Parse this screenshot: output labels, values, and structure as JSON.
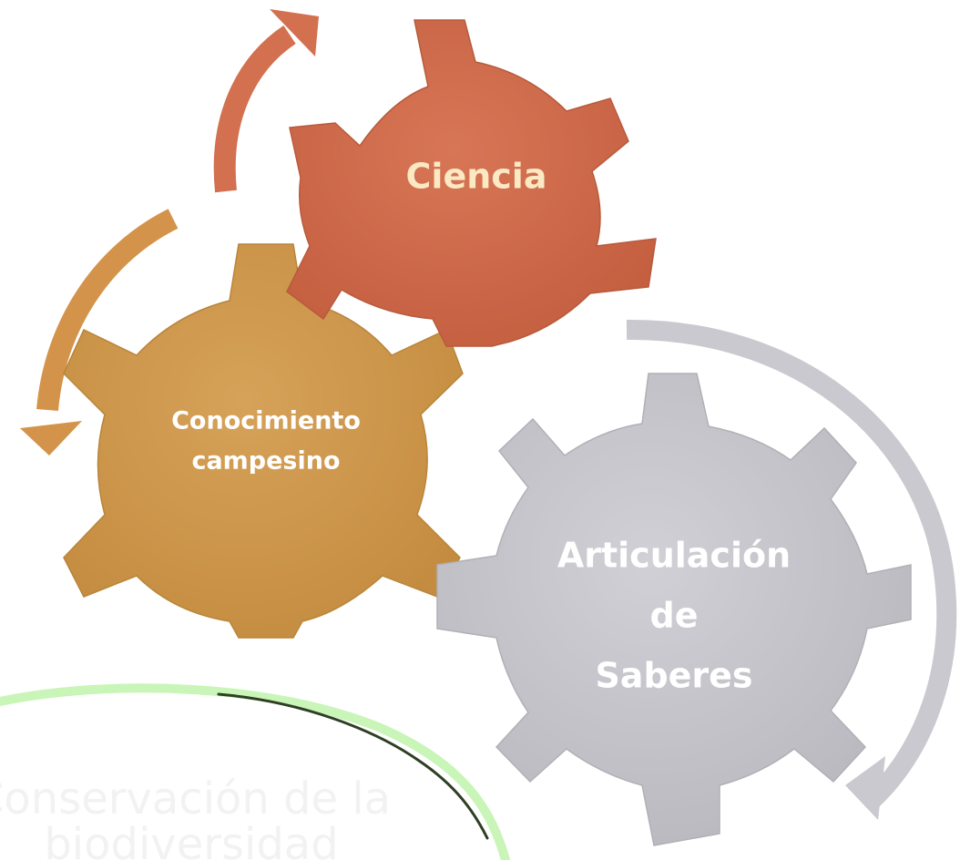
{
  "diagram": {
    "gears": [
      {
        "id": "ciencia",
        "lines": [
          "Ciencia"
        ],
        "color": "#cf6b4c",
        "label_color": "#fbe9c4"
      },
      {
        "id": "conocimiento",
        "lines": [
          "Conocimiento",
          "campesino"
        ],
        "color": "#cf9a4c",
        "label_color": "#ffffff"
      },
      {
        "id": "articulacion",
        "lines": [
          "Articulación",
          "de",
          "Saberes"
        ],
        "color": "#c8c8ce",
        "label_color": "#ffffff"
      }
    ],
    "bottom_label": {
      "lines": [
        "Conservación de la",
        "biodiversidad"
      ],
      "color": "#f4f4f4"
    },
    "arrow_colors": {
      "ciencia": "#d2704f",
      "conocimiento": "#d3934a",
      "articulacion": "#c9c9cf",
      "green_arc": "#b9f0a8",
      "green_dark": "#3a5a2a"
    }
  }
}
